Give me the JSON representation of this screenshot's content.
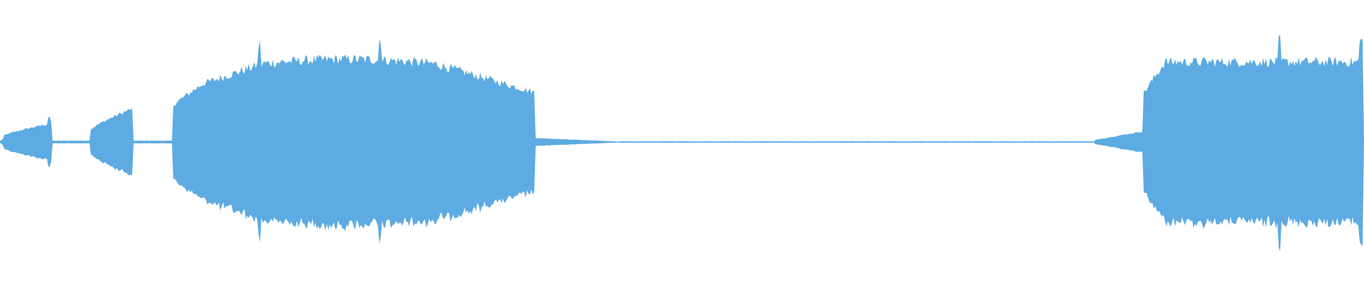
{
  "waveform": {
    "color": "#5dabe2",
    "background": "#ffffff",
    "segments": [
      {
        "start": 0.0,
        "end": 0.003,
        "amp": 0.03,
        "shape": "ramp_up"
      },
      {
        "start": 0.003,
        "end": 0.038,
        "amp": 0.14,
        "shape": "swell"
      },
      {
        "start": 0.038,
        "end": 0.066,
        "amp": 0.01,
        "shape": "flat"
      },
      {
        "start": 0.066,
        "end": 0.097,
        "amp": 0.25,
        "shape": "swell"
      },
      {
        "start": 0.097,
        "end": 0.127,
        "amp": 0.01,
        "shape": "flat"
      },
      {
        "start": 0.127,
        "end": 0.392,
        "amp": 0.62,
        "shape": "big_swell"
      },
      {
        "start": 0.392,
        "end": 0.455,
        "amp": 0.03,
        "shape": "decay_noise"
      },
      {
        "start": 0.455,
        "end": 0.803,
        "amp": 0.005,
        "shape": "flat"
      },
      {
        "start": 0.803,
        "end": 0.838,
        "amp": 0.08,
        "shape": "ramp_up"
      },
      {
        "start": 0.838,
        "end": 1.0,
        "amp": 0.6,
        "shape": "sustain"
      }
    ],
    "spikes": [
      0.036,
      0.19,
      0.279,
      0.938,
      0.998
    ]
  }
}
